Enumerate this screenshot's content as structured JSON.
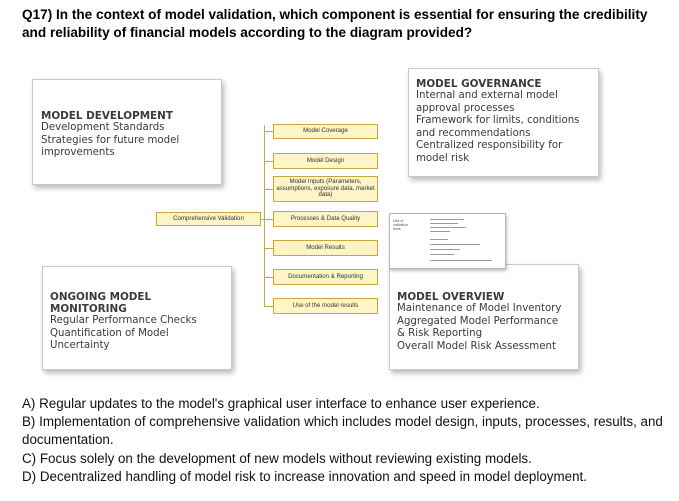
{
  "question": "Q17) In the context of model validation, which component is essential for ensuring the credibility and reliability of financial models according to the diagram provided?",
  "diagram": {
    "development": {
      "title": "MODEL DEVELOPMENT",
      "lines": [
        "Development Standards",
        "Strategies for future model",
        "improvements"
      ]
    },
    "governance": {
      "title": "MODEL GOVERNANCE",
      "lines": [
        "Internal and external model",
        "approval processes",
        "Framework for limits, conditions",
        "and recommendations",
        "Centralized responsibility for",
        "model risk"
      ]
    },
    "monitoring": {
      "title_lines": [
        "ONGOING MODEL",
        "MONITORING"
      ],
      "lines": [
        "Regular Performance Checks",
        "Quantification of Model",
        "Uncertainty"
      ]
    },
    "overview": {
      "title": "MODEL OVERVIEW",
      "lines": [
        "Maintenance of Model Inventory",
        "Aggregated Model Performance",
        "& Risk Reporting",
        "Overall Model Risk Assessment"
      ]
    },
    "center": {
      "comprehensive": "Comprehensive Validation",
      "items": [
        "Model Coverage",
        "Model Design",
        "Model Inputs (Parameters, assumptions, exposure data, market data)",
        "Processes & Data Quality",
        "Model Results",
        "Documentation & Reporting",
        "Use of the model results"
      ]
    }
  },
  "answers": [
    "A) Regular updates to the model's graphical user interface to enhance user experience.",
    "B) Implementation of comprehensive validation which includes model design, inputs, processes, results, and documentation.",
    "C) Focus solely on the development of new models without reviewing existing models.",
    "D) Decentralized handling of model risk to increase innovation and speed in model deployment."
  ]
}
